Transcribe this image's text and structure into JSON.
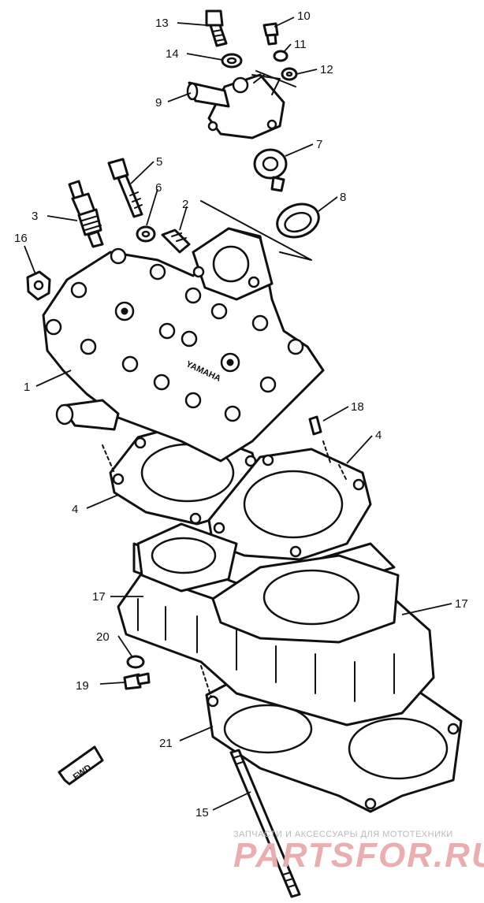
{
  "diagram": {
    "callouts": [
      "13",
      "10",
      "14",
      "11",
      "12",
      "9",
      "7",
      "5",
      "6",
      "2",
      "8",
      "3",
      "16",
      "1",
      "18",
      "4",
      "4",
      "17",
      "17",
      "20",
      "19",
      "21",
      "15"
    ],
    "fwd_label": "FWD",
    "head_stamp": "YAMAHA"
  },
  "watermark": {
    "line1": "ЗАПЧАСТИ И АКСЕССУАРЫ ДЛЯ МОТОТЕХНИКИ",
    "logo": "PARTSFOR.RU"
  }
}
